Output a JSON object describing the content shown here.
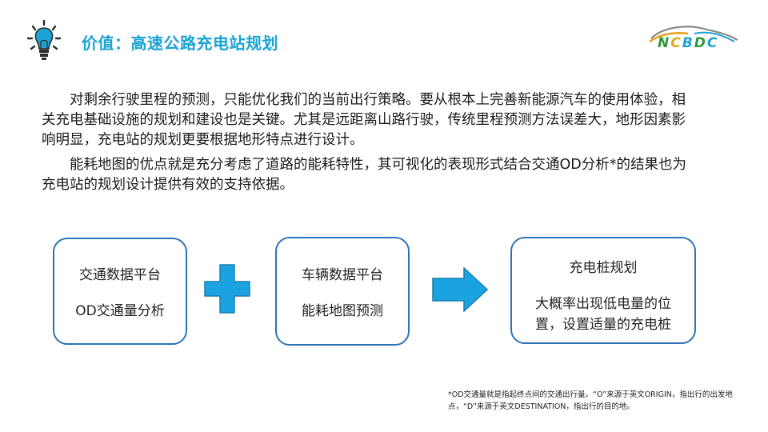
{
  "header": {
    "title": "价值：高速公路充电站规划",
    "logo_text": "NCBDC"
  },
  "body": {
    "paragraph1": "对剩余行驶里程的预测，只能优化我们的当前出行策略。要从根本上完善新能源汽车的使用体验，相关充电基础设施的规划和建设也是关键。尤其是远距离山路行驶，传统里程预测方法误差大，地形因素影响明显，充电站的规划更要根据地形特点进行设计。",
    "paragraph2": "能耗地图的优点就是充分考虑了道路的能耗特性，其可视化的表现形式结合交通OD分析*的结果也为充电站的规划设计提供有效的支持依据。"
  },
  "flow": {
    "box1": {
      "line1": "交通数据平台",
      "line2": "OD交通量分析"
    },
    "box2": {
      "line1": "车辆数据平台",
      "line2": "能耗地图预测"
    },
    "box3": {
      "title": "充电桩规划",
      "desc": "大概率出现低电量的位置，设置适量的充电桩"
    }
  },
  "footnote": {
    "text": "*OD交通量就是指起终点间的交通出行量。“O”来源于英文ORIGIN，指出行的出发地点，“D”来源于英文DESTINATION，指出行的目的地。"
  },
  "colors": {
    "title": "#1aa3d4",
    "box_border": "#2e72b6",
    "plus": "#1aa3e0",
    "arrow": "#1aa3e0"
  },
  "icons": [
    "lightbulb-icon",
    "plus-icon",
    "right-arrow-icon"
  ]
}
